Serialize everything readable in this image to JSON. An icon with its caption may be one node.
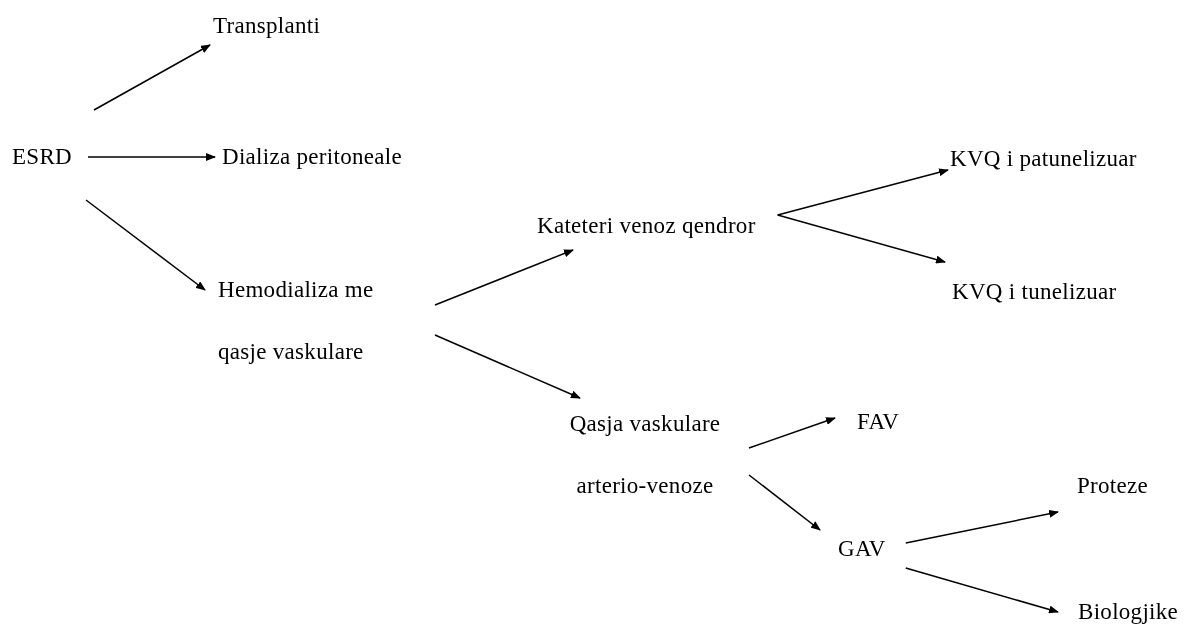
{
  "diagram": {
    "nodes": [
      {
        "text": [
          "ESRD"
        ]
      },
      {
        "text": [
          "Transplanti"
        ]
      },
      {
        "text": [
          "Dializa peritoneale"
        ]
      },
      {
        "text": [
          "Hemodializa me qasje vaskulare"
        ]
      },
      {
        "text": [
          "Kateteri venoz qendror"
        ]
      },
      {
        "text": [
          "KVQ i patunelizuar"
        ]
      },
      {
        "text": [
          "KVQ i tunelizuar"
        ]
      },
      {
        "text": [
          "Qasja vaskulare arterio-venoze"
        ]
      },
      {
        "text": [
          "FAV"
        ]
      },
      {
        "text": [
          "GAV"
        ]
      },
      {
        "text": [
          "Proteze"
        ]
      },
      {
        "text": [
          "Biologjike"
        ]
      }
    ],
    "edges": [
      {
        "from": 0,
        "to": 1,
        "arrow": "to"
      },
      {
        "from": 0,
        "to": 2,
        "arrow": "to"
      },
      {
        "from": 0,
        "to": 3,
        "arrow": "to"
      },
      {
        "from": 3,
        "to": 4,
        "arrow": "to"
      },
      {
        "from": 3,
        "to": 7,
        "arrow": "to"
      },
      {
        "from": 4,
        "to": 5,
        "arrow": "to"
      },
      {
        "from": 4,
        "to": 6,
        "arrow": "to"
      },
      {
        "from": 7,
        "to": 8,
        "arrow": "to"
      },
      {
        "from": 7,
        "to": 9,
        "arrow": "to"
      },
      {
        "from": 9,
        "to": 10,
        "arrow": "to"
      },
      {
        "from": 9,
        "to": 11,
        "arrow": "to"
      }
    ]
  }
}
